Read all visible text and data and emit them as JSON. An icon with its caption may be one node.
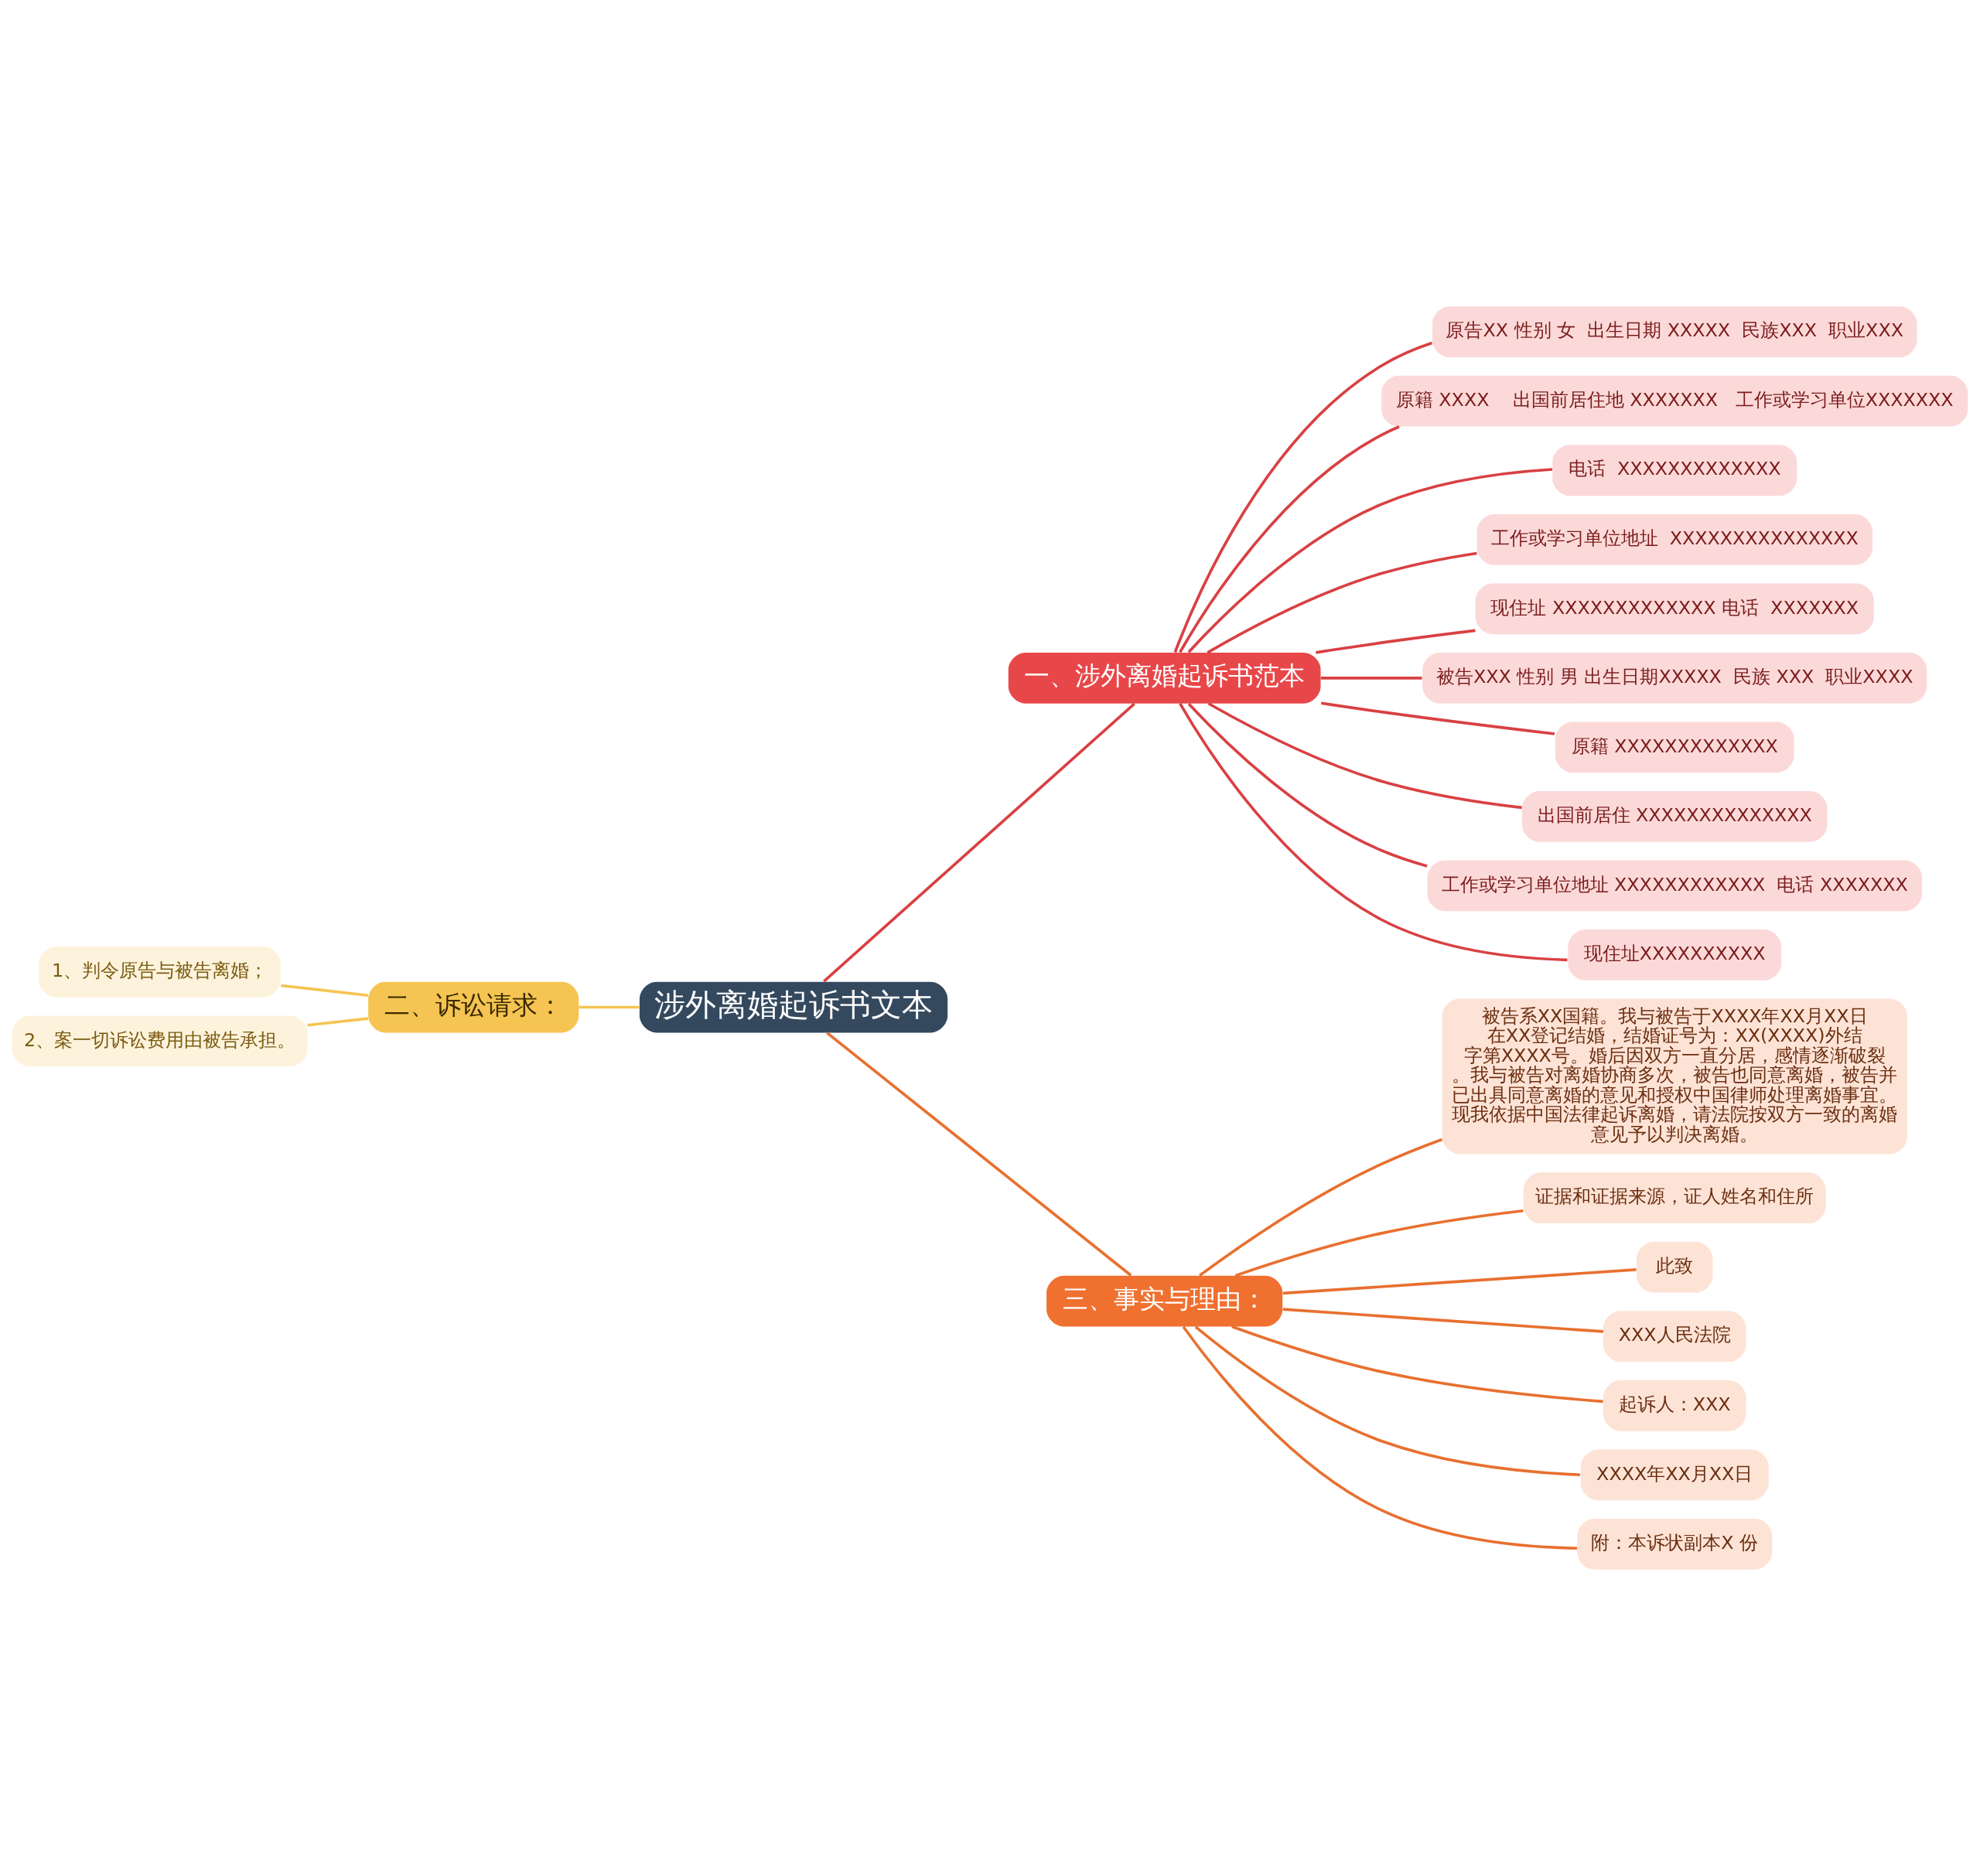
{
  "diagram": {
    "nodes": [
      {
        "text": [
          "涉外离婚起诉书文本"
        ]
      },
      {
        "text": [
          "一、涉外离婚起诉书范本"
        ]
      },
      {
        "text": [
          "原告XX 性别 女  出生日期 XXXXX  民族XXX  职业XXX"
        ]
      },
      {
        "text": [
          "原籍 XXXX    出国前居住地 XXXXXXX   工作或学习单位XXXXXXX"
        ]
      },
      {
        "text": [
          "电话  XXXXXXXXXXXXX"
        ]
      },
      {
        "text": [
          "工作或学习单位地址  XXXXXXXXXXXXXXX"
        ]
      },
      {
        "text": [
          "现住址 XXXXXXXXXXXXX 电话  XXXXXXX"
        ]
      },
      {
        "text": [
          "被告XXX 性别 男 出生日期XXXXX  民族 XXX  职业XXXX"
        ]
      },
      {
        "text": [
          "原籍 XXXXXXXXXXXXX"
        ]
      },
      {
        "text": [
          "出国前居住 XXXXXXXXXXXXXX"
        ]
      },
      {
        "text": [
          "工作或学习单位地址 XXXXXXXXXXXX  电话 XXXXXXX"
        ]
      },
      {
        "text": [
          "现住址XXXXXXXXXX"
        ]
      },
      {
        "text": [
          "二、诉讼请求："
        ]
      },
      {
        "text": [
          "1、判令原告与被告离婚；"
        ]
      },
      {
        "text": [
          "2、案一切诉讼费用由被告承担。"
        ]
      },
      {
        "text": [
          "三、事实与理由："
        ]
      },
      {
        "text": [
          "被告系XX国籍。我与被告于XXXX年XX月XX日在XX登记结婚，结婚证号为：XX(XXXX)外结字第XXXX号。婚后因双方一直分居，感情逐渐破裂。我与被告对离婚协商多次，被告也同意离婚，被告并已出具同意离婚的意见和授权中国律师处理离婚事宜。现我依据中国法律起诉离婚，请法院按双方一致的离婚意见予以判决离婚。"
        ]
      },
      {
        "text": [
          "证据和证据来源，证人姓名和住所"
        ]
      },
      {
        "text": [
          "此致"
        ]
      },
      {
        "text": [
          "XXX人民法院"
        ]
      },
      {
        "text": [
          "起诉人：XXX"
        ]
      },
      {
        "text": [
          "XXXX年XX月XX日"
        ]
      },
      {
        "text": [
          "附：本诉状副本X 份"
        ]
      }
    ],
    "edges": [
      {
        "from": 0,
        "to": 1,
        "arrow": "none"
      },
      {
        "from": 1,
        "to": 2,
        "arrow": "none"
      },
      {
        "from": 1,
        "to": 3,
        "arrow": "none"
      },
      {
        "from": 1,
        "to": 4,
        "arrow": "none"
      },
      {
        "from": 1,
        "to": 5,
        "arrow": "none"
      },
      {
        "from": 1,
        "to": 6,
        "arrow": "none"
      },
      {
        "from": 1,
        "to": 7,
        "arrow": "none"
      },
      {
        "from": 1,
        "to": 8,
        "arrow": "none"
      },
      {
        "from": 1,
        "to": 9,
        "arrow": "none"
      },
      {
        "from": 1,
        "to": 10,
        "arrow": "none"
      },
      {
        "from": 1,
        "to": 11,
        "arrow": "none"
      },
      {
        "from": 0,
        "to": 12,
        "arrow": "none",
        "color": "#f5c452"
      },
      {
        "from": 12,
        "to": 13,
        "arrow": "none",
        "color": "#f5c452"
      },
      {
        "from": 12,
        "to": 14,
        "arrow": "none",
        "color": "#f5c452"
      },
      {
        "from": 0,
        "to": 15,
        "arrow": "none",
        "color": "#e8702f"
      },
      {
        "from": 15,
        "to": 16,
        "arrow": "none",
        "color": "#e8702f"
      },
      {
        "from": 15,
        "to": 17,
        "arrow": "none",
        "color": "#e8702f"
      },
      {
        "from": 15,
        "to": 18,
        "arrow": "none",
        "color": "#e8702f"
      },
      {
        "from": 15,
        "to": 19,
        "arrow": "none",
        "color": "#e8702f"
      },
      {
        "from": 15,
        "to": 20,
        "arrow": "none",
        "color": "#e8702f"
      },
      {
        "from": 15,
        "to": 21,
        "arrow": "none",
        "color": "#e8702f"
      },
      {
        "from": 15,
        "to": 22,
        "arrow": "none",
        "color": "#e8702f"
      }
    ]
  }
}
